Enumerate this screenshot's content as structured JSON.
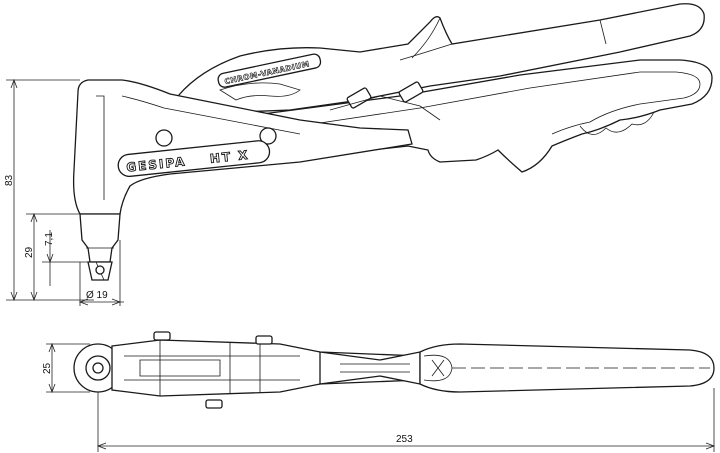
{
  "tool": {
    "brand_text": "GESIPA",
    "model_text": "HT X",
    "steel_text": "CHROM-VANADIUM"
  },
  "dimensions": {
    "height_total": "83",
    "nose_height": "29",
    "nose_offset": "7,1",
    "nose_diameter": "Ø 19",
    "width": "25",
    "length": "253"
  }
}
